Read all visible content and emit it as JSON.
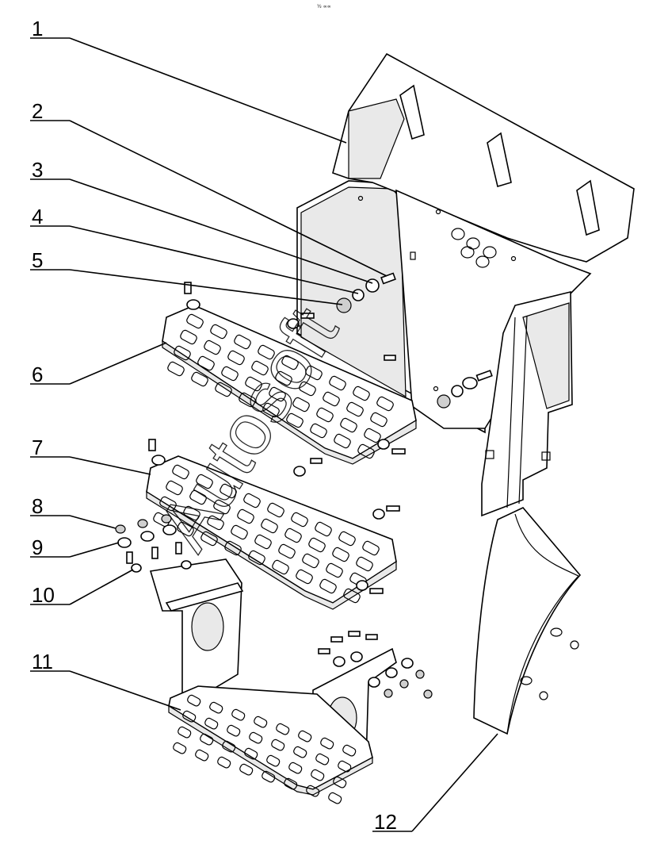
{
  "figure": {
    "top_mark": "½ ∞∞",
    "watermark": "Autosoft",
    "callouts": [
      {
        "id": "c1",
        "label": "1"
      },
      {
        "id": "c2",
        "label": "2"
      },
      {
        "id": "c3",
        "label": "3"
      },
      {
        "id": "c4",
        "label": "4"
      },
      {
        "id": "c5",
        "label": "5"
      },
      {
        "id": "c6",
        "label": "6"
      },
      {
        "id": "c7",
        "label": "7"
      },
      {
        "id": "c8",
        "label": "8"
      },
      {
        "id": "c9",
        "label": "9"
      },
      {
        "id": "c10",
        "label": "10"
      },
      {
        "id": "c11",
        "label": "11"
      },
      {
        "id": "c12",
        "label": "12"
      }
    ]
  },
  "colors": {
    "line": "#000000",
    "background": "#ffffff",
    "shade": "#e9e9e9"
  }
}
